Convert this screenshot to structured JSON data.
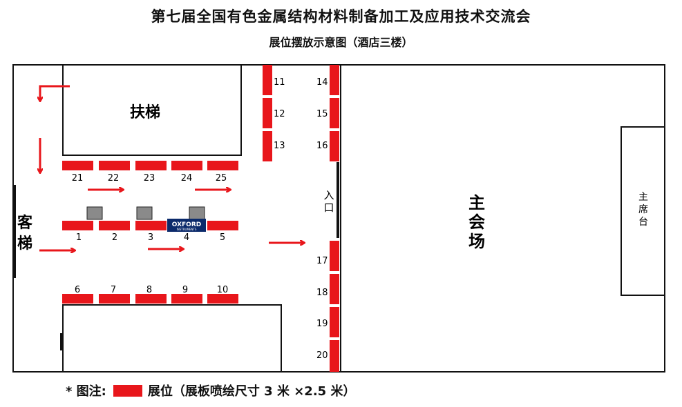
{
  "title": "第七届全国有色金属结构材料制备加工及应用技术交流会",
  "subtitle": "展位摆放示意图（酒店三楼）",
  "colors": {
    "booth": "#e8161b",
    "arrow": "#e8161b",
    "wall": "#111111",
    "box": "#8a8a8a"
  },
  "labels": {
    "escalator": "扶梯",
    "elevator": [
      "客",
      "梯"
    ],
    "entrance": [
      "入",
      "口"
    ],
    "hall": [
      "主",
      "会",
      "场"
    ],
    "stage": [
      "主",
      "席",
      "台"
    ]
  },
  "booths": {
    "b1": "1",
    "b2": "2",
    "b3": "3",
    "b4": "4",
    "b5": "5",
    "b6": "6",
    "b7": "7",
    "b8": "8",
    "b9": "9",
    "b10": "10",
    "b11": "11",
    "b12": "12",
    "b13": "13",
    "b14": "14",
    "b15": "15",
    "b16": "16",
    "b17": "17",
    "b18": "18",
    "b19": "19",
    "b20": "20",
    "b21": "21",
    "b22": "22",
    "b23": "23",
    "b24": "24",
    "b25": "25"
  },
  "logo": {
    "text_main": "OXFORD",
    "text_sub": "INSTRUMENTS"
  },
  "legend": {
    "prefix": "* 图注:",
    "text": "展位（展板喷绘尺寸 3 米 ×2.5 米）"
  }
}
